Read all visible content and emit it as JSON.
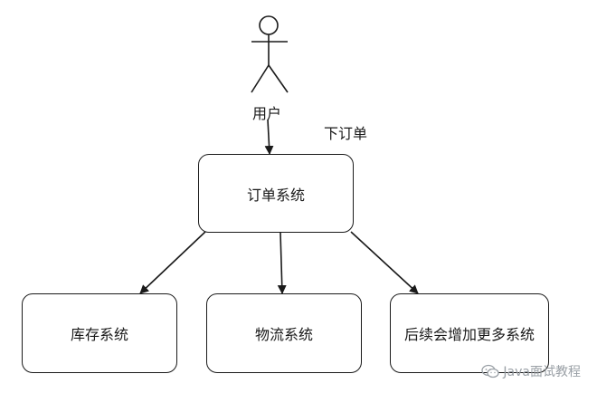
{
  "actor": {
    "label": "用户"
  },
  "edge_label": "下订单",
  "nodes": {
    "order": "订单系统",
    "inventory": "库存系统",
    "logistics": "物流系统",
    "more": "后续会增加更多系统"
  },
  "watermark": {
    "text": "Java面试教程",
    "icon": "wechat-icon"
  },
  "colors": {
    "stroke": "#1a1a1a",
    "watermark": "#9aa0a6"
  }
}
